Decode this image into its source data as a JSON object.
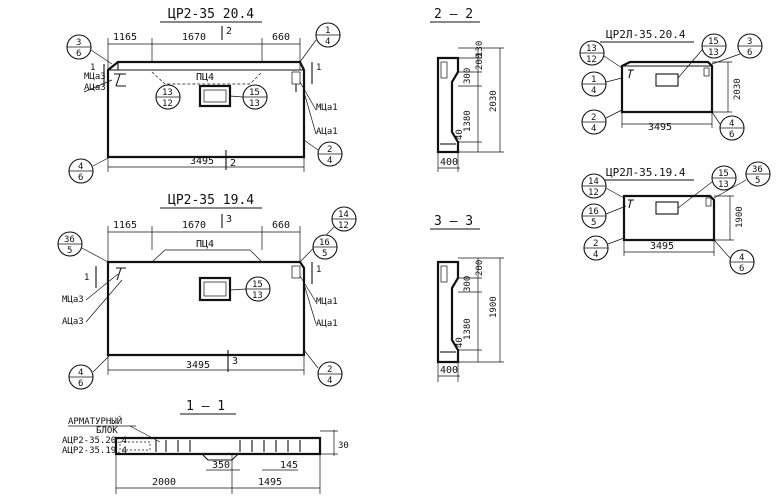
{
  "views": {
    "panel_a": {
      "title": "ЦР2-35 20.4",
      "dims_top": [
        "1165",
        "1670",
        "660"
      ],
      "section_mark": "2",
      "opening_label": "ПЦ4",
      "length": "3495",
      "left_labels": [
        "МЦа3",
        "АЦа3"
      ],
      "right_labels": [
        "МЦа1",
        "АЦа1"
      ],
      "bubbles": [
        {
          "top": "3",
          "bottom": "6"
        },
        {
          "top": "1",
          "bottom": "4"
        },
        {
          "top": "13",
          "bottom": "12"
        },
        {
          "top": "15",
          "bottom": "13"
        },
        {
          "top": "4",
          "bottom": "6"
        },
        {
          "top": "2",
          "bottom": "4"
        }
      ]
    },
    "panel_b": {
      "title": "ЦР2-35 19.4",
      "dims_top": [
        "1165",
        "1670",
        "660"
      ],
      "section_mark": "3",
      "opening_label": "ПЦ4",
      "length": "3495",
      "left_labels": [
        "МЦа3",
        "АЦа3"
      ],
      "right_labels": [
        "МЦа1",
        "АЦа1"
      ],
      "bubbles": [
        {
          "top": "36",
          "bottom": "5"
        },
        {
          "top": "14",
          "bottom": "12"
        },
        {
          "top": "16",
          "bottom": "5"
        },
        {
          "top": "15",
          "bottom": "13"
        },
        {
          "top": "4",
          "bottom": "6"
        },
        {
          "top": "2",
          "bottom": "4"
        }
      ]
    },
    "section_1": {
      "title": "1 — 1",
      "note_lines": [
        "АРМАТУРНЫЙ",
        "БЛОК"
      ],
      "refs": [
        "АЦР2-35.20.4",
        "АЦР2-35.19.4"
      ],
      "dims": [
        "350",
        "145",
        "2000",
        "1495",
        "30"
      ]
    },
    "section_2": {
      "title": "2 — 2",
      "dims": [
        "130",
        "200",
        "300",
        "1380",
        "40",
        "2030",
        "400"
      ]
    },
    "section_3": {
      "title": "3 — 3",
      "dims": [
        "200",
        "300",
        "1380",
        "40",
        "1900",
        "400"
      ]
    },
    "panel_c": {
      "title": "ЦР2Л-35.20.4",
      "length": "3495",
      "height": "2030",
      "bubbles": [
        {
          "top": "13",
          "bottom": "12"
        },
        {
          "top": "15",
          "bottom": "13"
        },
        {
          "top": "3",
          "bottom": "6"
        },
        {
          "top": "1",
          "bottom": "4"
        },
        {
          "top": "2",
          "bottom": "4"
        },
        {
          "top": "4",
          "bottom": "6"
        }
      ]
    },
    "panel_d": {
      "title": "ЦР2Л-35.19.4",
      "length": "3495",
      "height": "1900",
      "bubbles": [
        {
          "top": "15",
          "bottom": "13"
        },
        {
          "top": "36",
          "bottom": "5"
        },
        {
          "top": "14",
          "bottom": "12"
        },
        {
          "top": "16",
          "bottom": "5"
        },
        {
          "top": "2",
          "bottom": "4"
        },
        {
          "top": "4",
          "bottom": "6"
        }
      ]
    }
  }
}
